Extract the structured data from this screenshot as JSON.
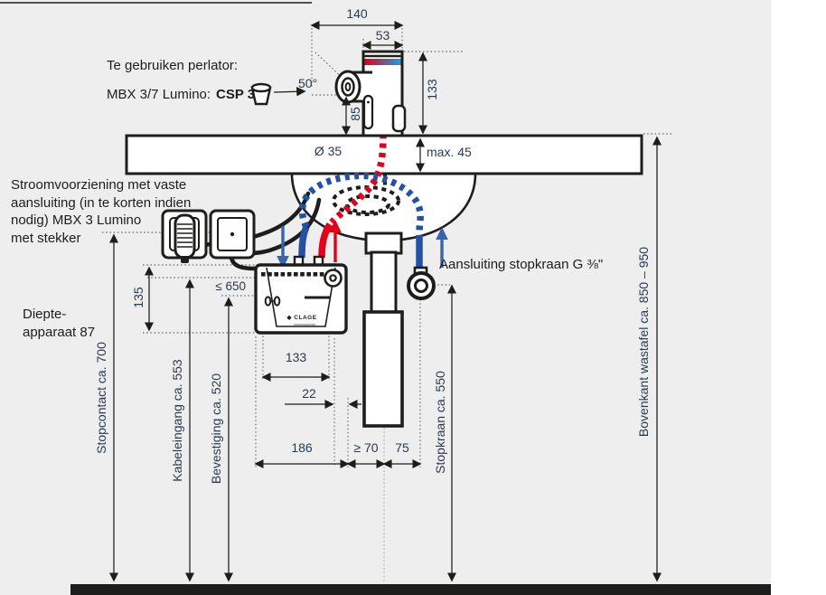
{
  "annotations": {
    "perlator_heading": "Te gebruiken perlator:",
    "perlator_model": "MBX 3/7 Lumino:",
    "perlator_code": "CSP 3",
    "power_note_lines": [
      "Stroomvoorziening met vaste",
      "aansluiting (in te korten indien",
      "nodig) MBX 3 Lumino",
      "met stekker"
    ],
    "depth_lines": [
      "Diepte-",
      "apparaat 87"
    ],
    "stop_valve_note": "Aansluiting stopkraan G ⅜\""
  },
  "dimensions": {
    "overall_width": "140",
    "tap_width": "53",
    "tap_height": "133",
    "spout_height": "85",
    "swivel_angle": "50°",
    "hole_diameter": "Ø 35",
    "counter_max_thickness": "max. 45",
    "device_height": "135",
    "max_cable_length": "≤ 650",
    "device_width": "133",
    "pipe_offset": "22",
    "device_offset": "186",
    "min_clearance": "≥ 70",
    "valve_offset": "75",
    "socket_height": "Stopcontact ca. 700",
    "cable_entry_height": "Kabeleingang ca. 553",
    "mounting_height": "Bevestiging ca. 520",
    "valve_height": "Stopkraan ca. 550",
    "counter_height": "Bovenkant wastafel ca. 850 – 950"
  },
  "device": {
    "brand_mark": "◆",
    "brand_label": "CLAGE"
  },
  "colors": {
    "background": "#eeeeee",
    "line": "#1d1d1b",
    "hot_water": "#e2001a",
    "cold_water": "#2551a3",
    "dimension_text": "#2b3a4d"
  }
}
